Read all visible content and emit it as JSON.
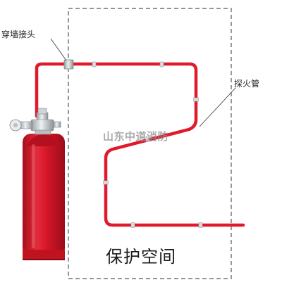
{
  "labels": {
    "wall_joint": "穿墙接头",
    "detector_tube": "探火管",
    "protected_space": "保护空间",
    "watermark": "山东中道消防"
  },
  "colors": {
    "cylinder_red": "#d8172a",
    "tube_red": "#e0192c",
    "valve_silver": "#c9cdd0",
    "boundary_dash": "#555555"
  },
  "icons": [
    "fire-extinguisher-cylinder-icon",
    "valve-icon"
  ]
}
